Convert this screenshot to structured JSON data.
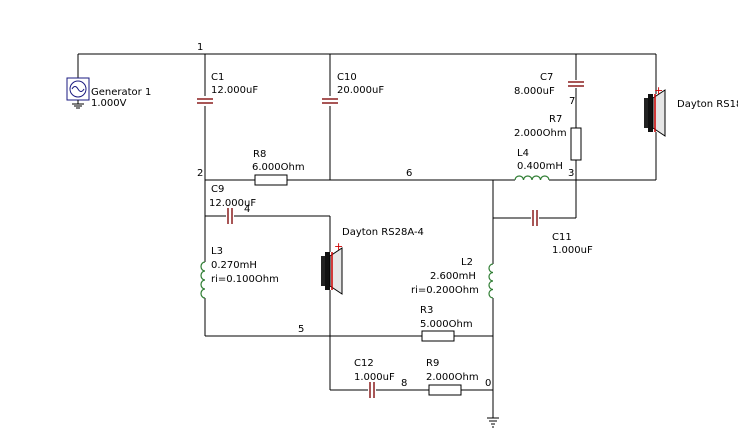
{
  "nodes": {
    "n1": "1",
    "n2": "2",
    "n3": "3",
    "n4": "4",
    "n5": "5",
    "n6": "6",
    "n7": "7",
    "n8": "8",
    "n0": "0"
  },
  "generator": {
    "name": "Generator 1",
    "value": "1.000V"
  },
  "components": {
    "c1": {
      "name": "C1",
      "value": "12.000uF"
    },
    "c10": {
      "name": "C10",
      "value": "20.000uF"
    },
    "c7": {
      "name": "C7",
      "value": "8.000uF"
    },
    "r7": {
      "name": "R7",
      "value": "2.000Ohm"
    },
    "r8": {
      "name": "R8",
      "value": "6.000Ohm"
    },
    "l4": {
      "name": "L4",
      "value": "0.400mH"
    },
    "c9": {
      "name": "C9",
      "value": "12.000uF"
    },
    "c11": {
      "name": "C11",
      "value": "1.000uF"
    },
    "l3": {
      "name": "L3",
      "value": "0.270mH",
      "ri": "ri=0.100Ohm"
    },
    "l2": {
      "name": "L2",
      "value": "2.600mH",
      "ri": "ri=0.200Ohm"
    },
    "r3": {
      "name": "R3",
      "value": "5.000Ohm"
    },
    "c12": {
      "name": "C12",
      "value": "1.000uF"
    },
    "r9": {
      "name": "R9",
      "value": "2.000Ohm"
    }
  },
  "speakers": {
    "tweeter": {
      "name": "Dayton RS28A-4"
    },
    "woofer": {
      "name": "Dayton RS18"
    }
  },
  "colors": {
    "wire": "#000000",
    "capacitor": "#8b1e1e",
    "inductor": "#2e7d32",
    "speaker_plus": "#cc0000"
  }
}
